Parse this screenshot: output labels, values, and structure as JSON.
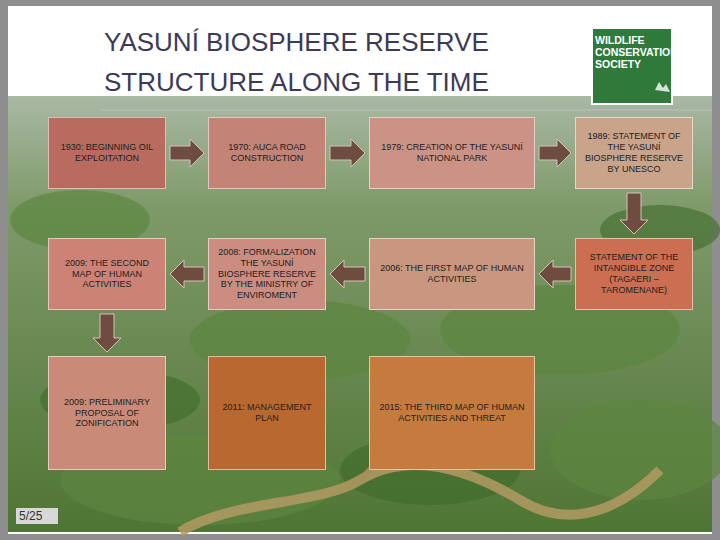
{
  "diagram": {
    "title": "YASUNÍ BIOSPHERE RESERVE STRUCTURE ALONG THE TIME",
    "nodes": [
      {
        "text": [
          "1930: BEGINNING OIL EXPLOITATION"
        ]
      },
      {
        "text": [
          "1970: AUCA ROAD CONSTRUCTION"
        ]
      },
      {
        "text": [
          "1979: CREATION OF THE YASUNÍ NATIONAL PARK"
        ]
      },
      {
        "text": [
          "1989: STATEMENT OF THE YASUNÍ BIOSPHERE RESERVE BY UNESCO"
        ]
      },
      {
        "text": [
          "2009: THE SECOND MAP OF HUMAN ACTIVITIES"
        ]
      },
      {
        "text": [
          "2008: FORMALIZATION THE YASUNÍ BIOSPHERE RESERVE BY THE MINISTRY OF ENVIROMENT"
        ]
      },
      {
        "text": [
          "2006: THE FIRST MAP OF HUMAN ACTIVITIES"
        ]
      },
      {
        "text": [
          "STATEMENT OF THE INTANGIBLE ZONE (TAGAERI – TAROMENANE)"
        ]
      },
      {
        "text": [
          "2009: PRELIMINARY PROPOSAL OF ZONIFICATION"
        ]
      },
      {
        "text": [
          "2011: MANAGEMENT PLAN"
        ]
      },
      {
        "text": [
          "2015: THE THIRD MAP OF HUMAN ACTIVITIES AND THREAT"
        ]
      }
    ],
    "edges": [
      {
        "from": 0,
        "to": 1,
        "arrow": "to"
      },
      {
        "from": 1,
        "to": 2,
        "arrow": "to"
      },
      {
        "from": 2,
        "to": 3,
        "arrow": "to"
      },
      {
        "from": 3,
        "to": 7,
        "arrow": "to"
      },
      {
        "from": 7,
        "to": 6,
        "arrow": "to"
      },
      {
        "from": 6,
        "to": 5,
        "arrow": "to"
      },
      {
        "from": 5,
        "to": 4,
        "arrow": "to"
      },
      {
        "from": 4,
        "to": 8,
        "arrow": "to"
      }
    ],
    "labels": [
      "WILDLIFE CONSERVATION SOCIETY",
      "5/25"
    ]
  }
}
